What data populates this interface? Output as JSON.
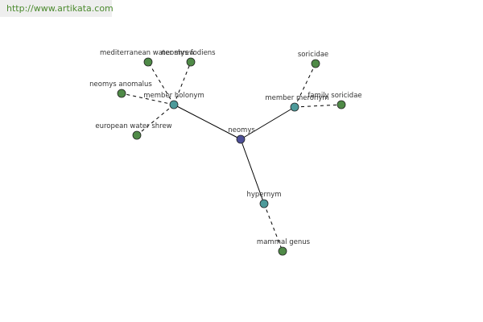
{
  "source": {
    "url_text": "http://www.artikata.com"
  },
  "graph": {
    "colors": {
      "center": "#4d4f97",
      "relation": "#4d9a9a",
      "term": "#4f8a47",
      "edge": "#000000"
    },
    "nodes": {
      "center": {
        "label": "neomys",
        "kind": "center"
      },
      "holonym": {
        "label": "member holonym",
        "kind": "relation"
      },
      "meronym": {
        "label": "member meronym",
        "kind": "relation"
      },
      "hypernym": {
        "label": "hypernym",
        "kind": "relation"
      },
      "mediterranean": {
        "label": "mediterranean water shrew",
        "kind": "term"
      },
      "fodiens": {
        "label": "neomys fodiens",
        "kind": "term"
      },
      "anomalus": {
        "label": "neomys anomalus",
        "kind": "term"
      },
      "european": {
        "label": "european water shrew",
        "kind": "term"
      },
      "soricidae": {
        "label": "soricidae",
        "kind": "term"
      },
      "family": {
        "label": "family soricidae",
        "kind": "term"
      },
      "mammal": {
        "label": "mammal genus",
        "kind": "term"
      }
    },
    "edges": [
      {
        "from": "center",
        "to": "holonym",
        "style": "solid"
      },
      {
        "from": "center",
        "to": "meronym",
        "style": "solid"
      },
      {
        "from": "center",
        "to": "hypernym",
        "style": "solid"
      },
      {
        "from": "holonym",
        "to": "mediterranean",
        "style": "dashed"
      },
      {
        "from": "holonym",
        "to": "fodiens",
        "style": "dashed"
      },
      {
        "from": "holonym",
        "to": "anomalus",
        "style": "dashed"
      },
      {
        "from": "holonym",
        "to": "european",
        "style": "dashed"
      },
      {
        "from": "meronym",
        "to": "soricidae",
        "style": "dashed"
      },
      {
        "from": "meronym",
        "to": "family",
        "style": "dashed"
      },
      {
        "from": "hypernym",
        "to": "mammal",
        "style": "dashed"
      }
    ]
  }
}
